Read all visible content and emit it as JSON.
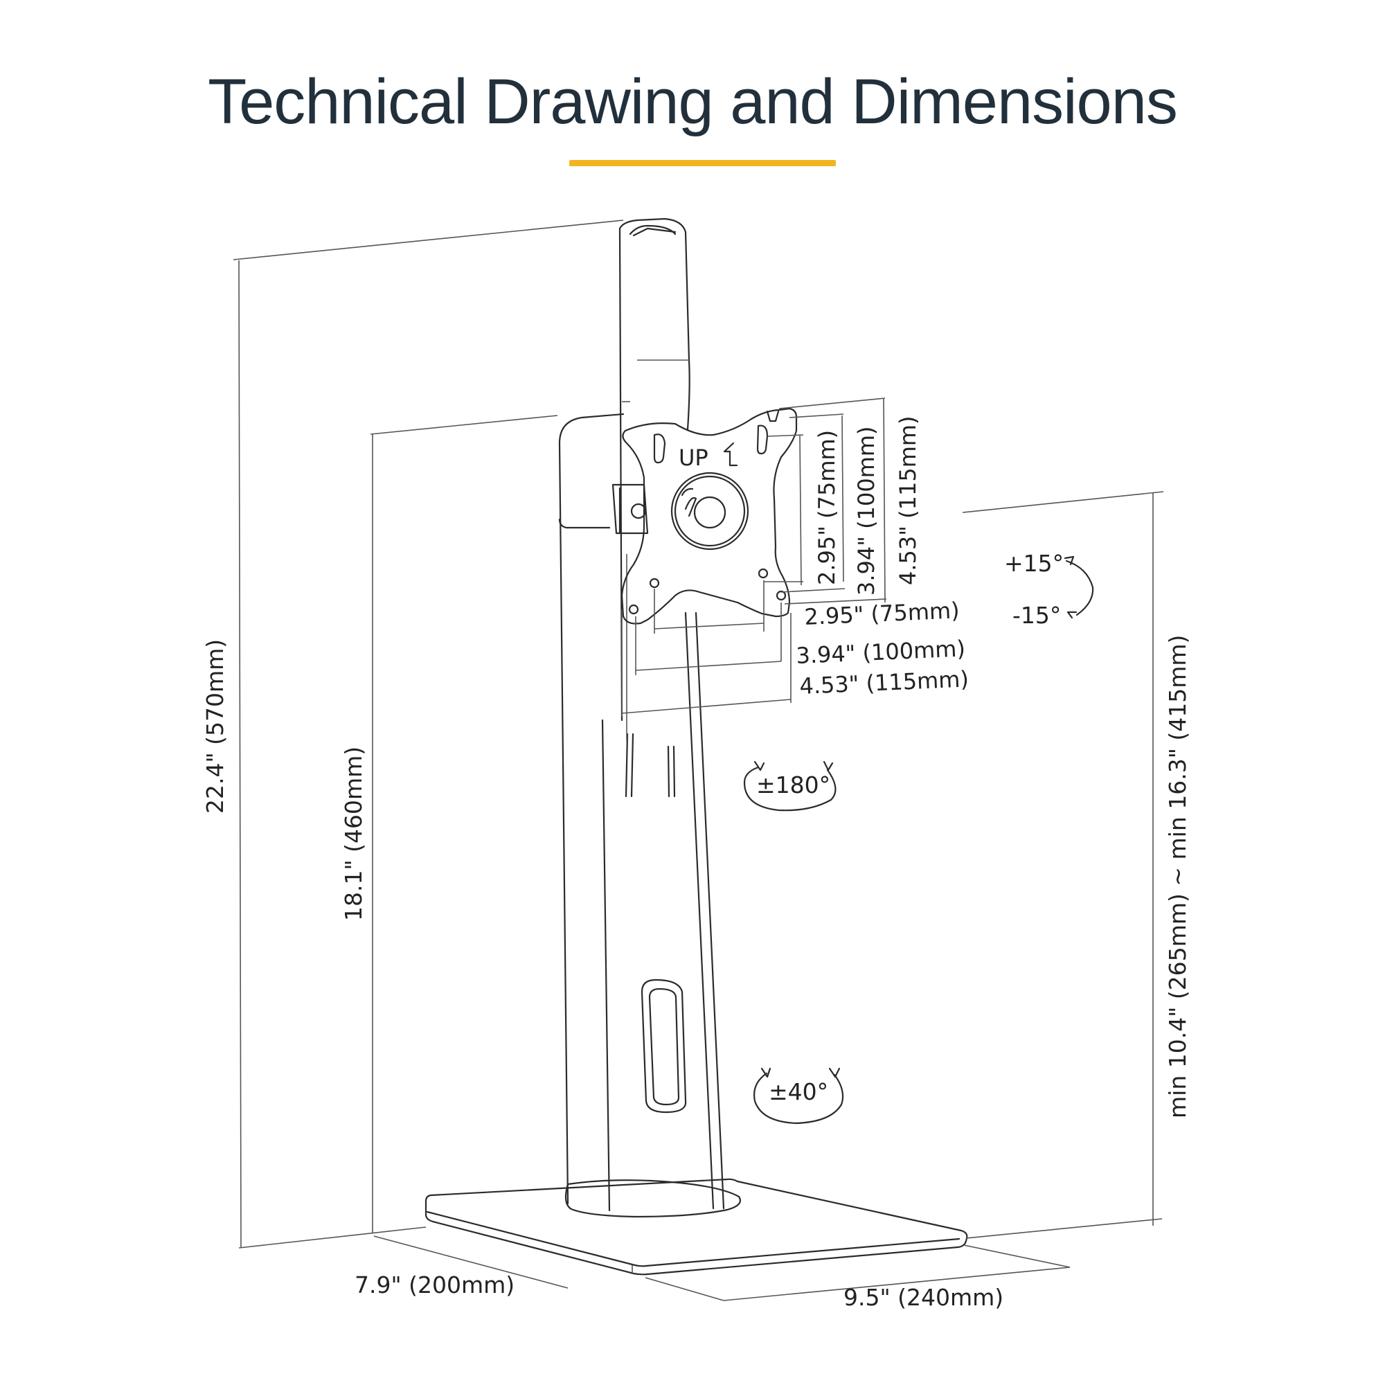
{
  "title": "Technical Drawing and Dimensions",
  "colors": {
    "accent": "#f2b521",
    "title": "#22303c",
    "line": "#2b2b2b"
  },
  "icons": {
    "up_arrow": "arrow-up-icon",
    "rotation": "rotation-arrow-icon"
  },
  "plate": {
    "up_label": "UP"
  },
  "dimensions": {
    "total_height": "22.4\" (570mm)",
    "pole_height": "18.1\" (460mm)",
    "mount_height_range": "min 10.4\" (265mm) ~ min 16.3\" (415mm)",
    "base_depth": "7.9\" (200mm)",
    "base_width": "9.5\" (240mm)",
    "vesa_vertical": [
      "2.95\" (75mm)",
      "3.94\" (100mm)",
      "4.53\" (115mm)"
    ],
    "vesa_horizontal": [
      "2.95\" (75mm)",
      "3.94\" (100mm)",
      "4.53\" (115mm)"
    ]
  },
  "rotations": {
    "tilt_up": "+15°",
    "tilt_down": "-15°",
    "rotation": "±180°",
    "swivel": "±40°"
  }
}
